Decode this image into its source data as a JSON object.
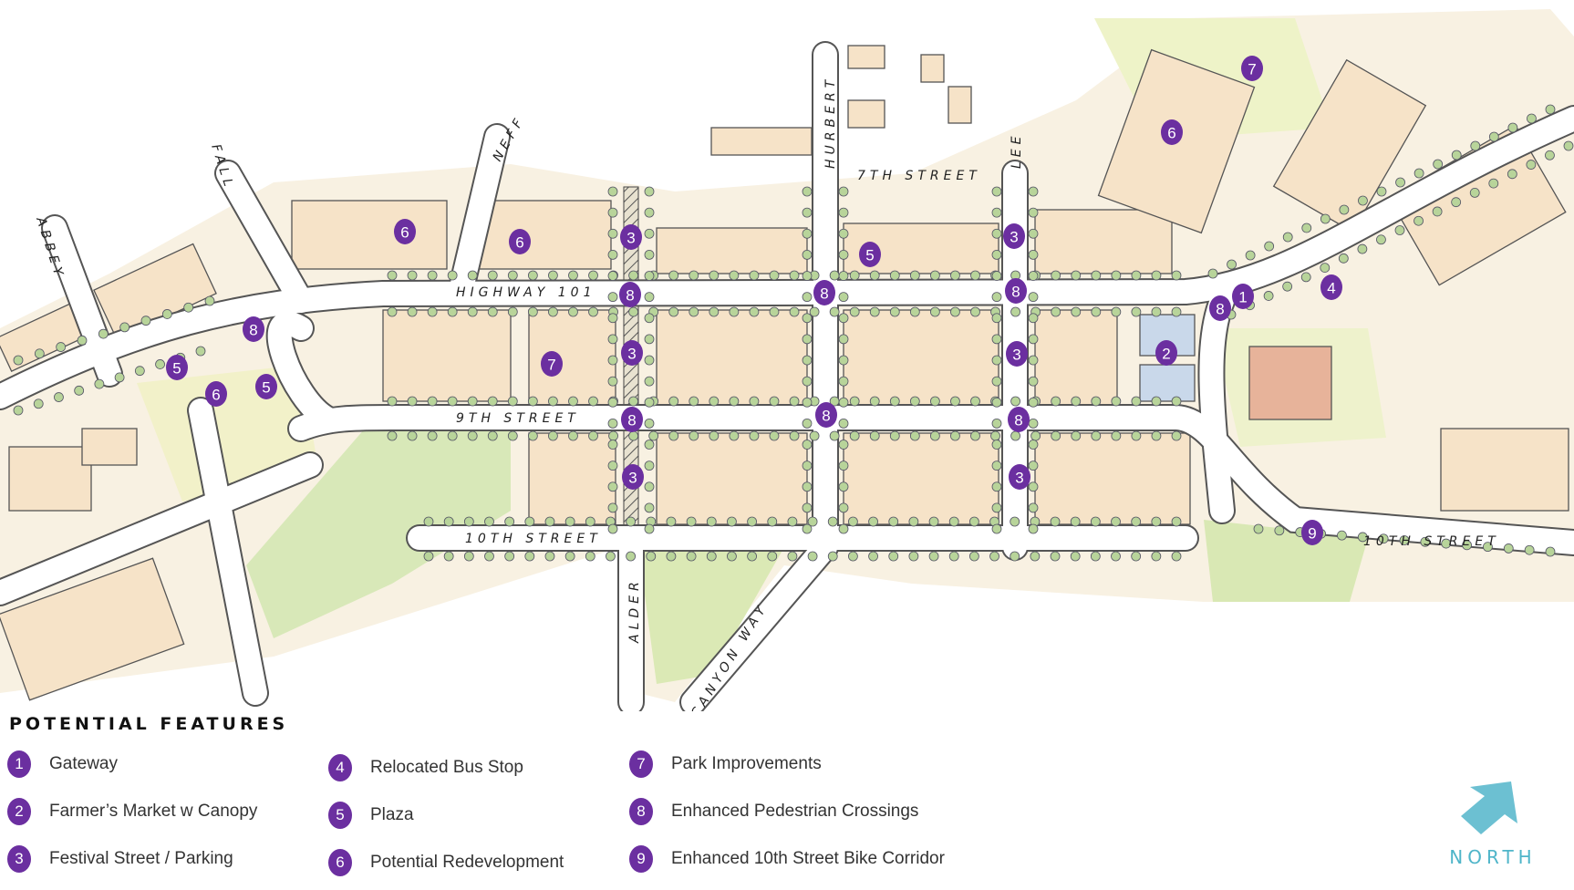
{
  "map": {
    "streets": {
      "abbey": "ABBEY",
      "fall": "FALL",
      "neff": "NEFF",
      "hurbert": "HURBERT",
      "seventh": "7TH STREET",
      "lee": "LEE",
      "highway": "HIGHWAY 101",
      "ninth": "9TH STREET",
      "tenth_west": "10TH STREET",
      "tenth_east": "10TH STREET",
      "alder": "ALDER",
      "canyon": "CANYON WAY"
    },
    "markers": [
      "7",
      "6",
      "6",
      "6",
      "3",
      "3",
      "5",
      "8",
      "8",
      "8",
      "1",
      "8",
      "4",
      "8",
      "5",
      "6",
      "5",
      "7",
      "3",
      "3",
      "2",
      "8",
      "8",
      "8",
      "3",
      "3",
      "9"
    ]
  },
  "legend": {
    "title": "POTENTIAL FEATURES",
    "items": [
      {
        "num": "1",
        "label": "Gateway"
      },
      {
        "num": "2",
        "label": "Farmer’s Market w Canopy"
      },
      {
        "num": "3",
        "label": "Festival Street / Parking"
      },
      {
        "num": "4",
        "label": "Relocated Bus Stop"
      },
      {
        "num": "5",
        "label": "Plaza"
      },
      {
        "num": "6",
        "label": "Potential Redevelopment"
      },
      {
        "num": "7",
        "label": "Park Improvements"
      },
      {
        "num": "8",
        "label": "Enhanced Pedestrian Crossings"
      },
      {
        "num": "9",
        "label": "Enhanced 10th Street Bike Corridor"
      }
    ]
  },
  "north": {
    "label": "NORTH"
  },
  "colors": {
    "marker": "#6b2fa0",
    "north_arrow": "#6cc0d2",
    "block": "#f6e3c8",
    "green": "#e6f0b8",
    "tree": "#9cbf7a"
  }
}
